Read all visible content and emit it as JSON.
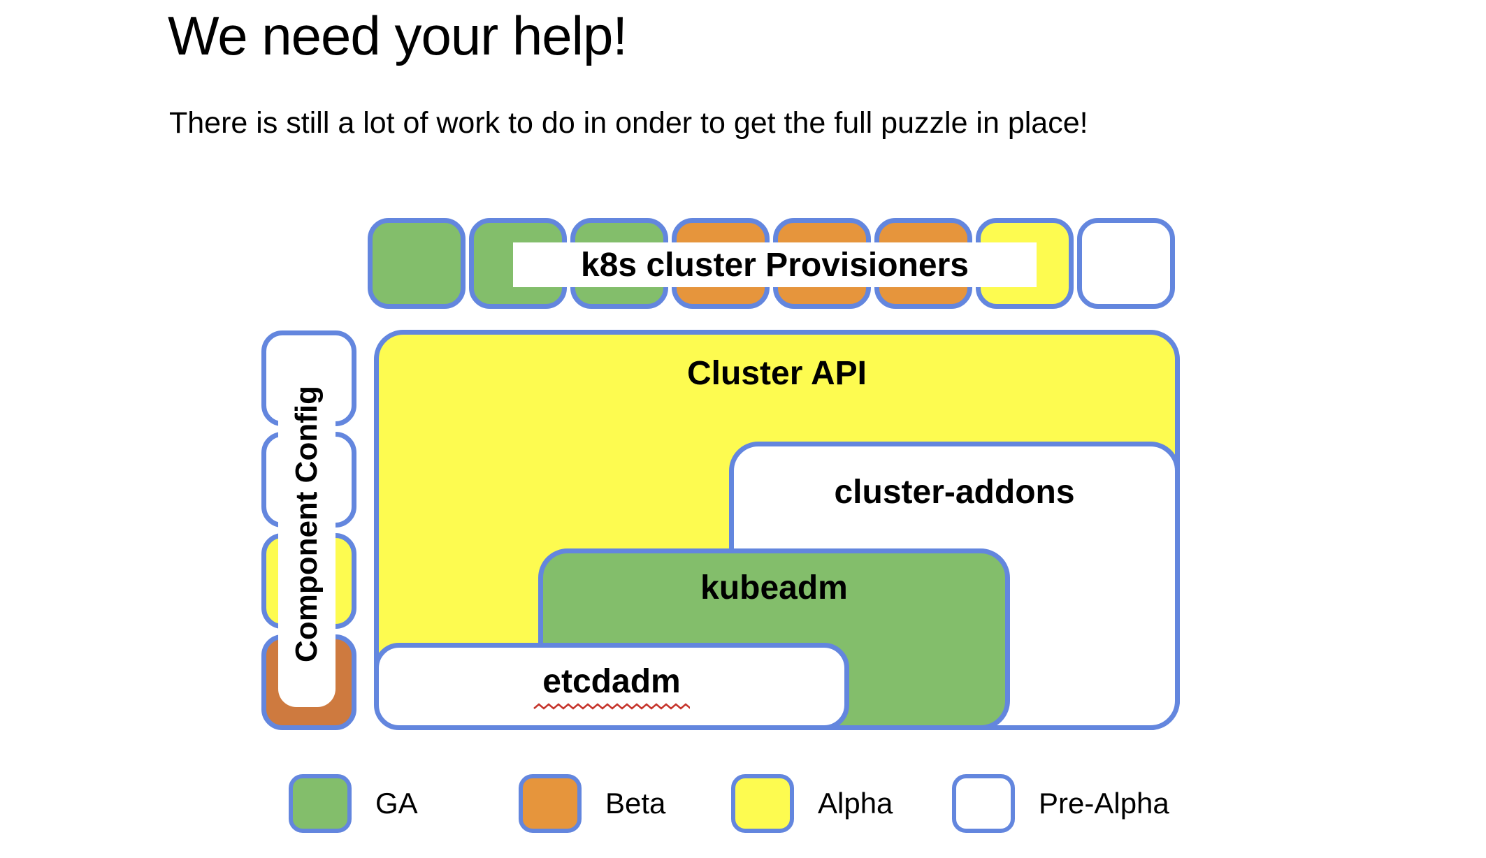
{
  "slide": {
    "title": "We need your help!",
    "subtitle": "There is still a lot of work to do in onder to get the full puzzle in place!"
  },
  "colors": {
    "status_ga": "#83BE6B",
    "status_beta": "#E6953C",
    "status_alpha": "#FDFB50",
    "status_pre_alpha": "#FFFFFF",
    "status_beta_dark": "#CE7A3F",
    "box_border": "#6386DE",
    "spellcheck_red": "#C5342B",
    "text": "#000000"
  },
  "diagram": {
    "provisioners": {
      "label": "k8s cluster Provisioners",
      "boxes": [
        {
          "status": "ga"
        },
        {
          "status": "ga"
        },
        {
          "status": "ga"
        },
        {
          "status": "beta"
        },
        {
          "status": "beta"
        },
        {
          "status": "beta"
        },
        {
          "status": "alpha"
        },
        {
          "status": "pre-alpha"
        }
      ]
    },
    "component_config": {
      "label": "Component Config",
      "boxes": [
        {
          "status": "pre-alpha"
        },
        {
          "status": "pre-alpha"
        },
        {
          "status": "alpha"
        },
        {
          "status": "beta-dark"
        }
      ]
    },
    "cluster_api": {
      "label": "Cluster API",
      "status": "alpha"
    },
    "cluster_addons": {
      "label": "cluster-addons",
      "status": "pre-alpha"
    },
    "kubeadm": {
      "label": "kubeadm",
      "status": "ga"
    },
    "etcdadm": {
      "label": "etcdadm",
      "status": "pre-alpha",
      "spellcheck_underline": true
    }
  },
  "legend": {
    "items": [
      {
        "label": "GA",
        "status": "ga"
      },
      {
        "label": "Beta",
        "status": "beta"
      },
      {
        "label": "Alpha",
        "status": "alpha"
      },
      {
        "label": "Pre-Alpha",
        "status": "pre-alpha"
      }
    ]
  }
}
